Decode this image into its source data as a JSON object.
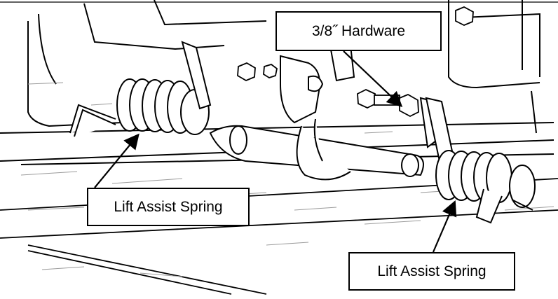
{
  "figure": {
    "callouts": {
      "hardware": "3/8˝ Hardware",
      "spring_left": "Lift Assist Spring",
      "spring_right": "Lift Assist Spring"
    },
    "colors": {
      "line": "#000000",
      "hatch": "#9a9a9a",
      "fill": "#ffffff"
    }
  }
}
